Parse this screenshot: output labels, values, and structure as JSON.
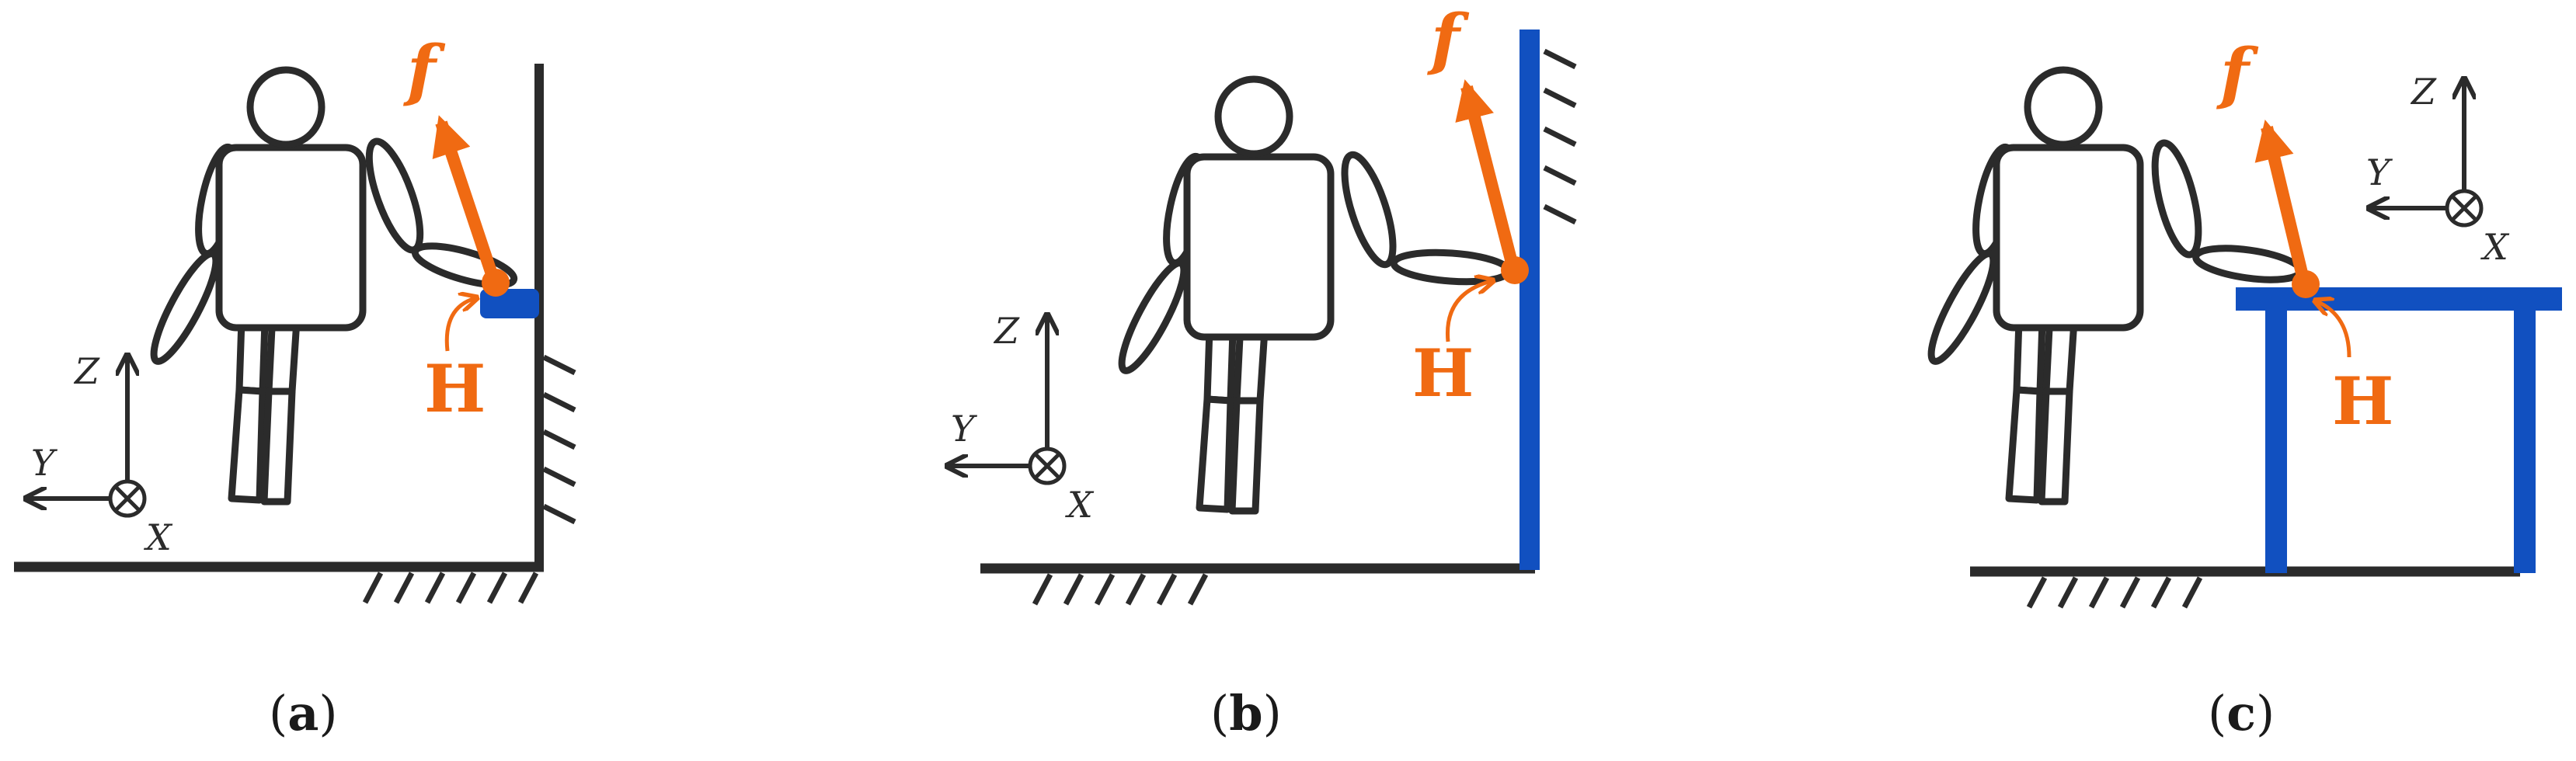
{
  "colors": {
    "ink": "#2b2b2b",
    "force": "#f06a12",
    "environment": "#1150c0"
  },
  "panels": [
    {
      "id": "a",
      "caption_open": "(",
      "caption_letter": "a",
      "caption_close": ")",
      "force_label": "f",
      "point_label": "H",
      "axes": {
        "z": "Z",
        "y": "Y",
        "x": "X"
      },
      "environment": "small block on wall"
    },
    {
      "id": "b",
      "caption_open": "(",
      "caption_letter": "b",
      "caption_close": ")",
      "force_label": "f",
      "point_label": "H",
      "axes": {
        "z": "Z",
        "y": "Y",
        "x": "X"
      },
      "environment": "vertical wall"
    },
    {
      "id": "c",
      "caption_open": "(",
      "caption_letter": "c",
      "caption_close": ")",
      "force_label": "f",
      "point_label": "H",
      "axes": {
        "z": "Z",
        "y": "Y",
        "x": "X"
      },
      "environment": "table"
    }
  ]
}
